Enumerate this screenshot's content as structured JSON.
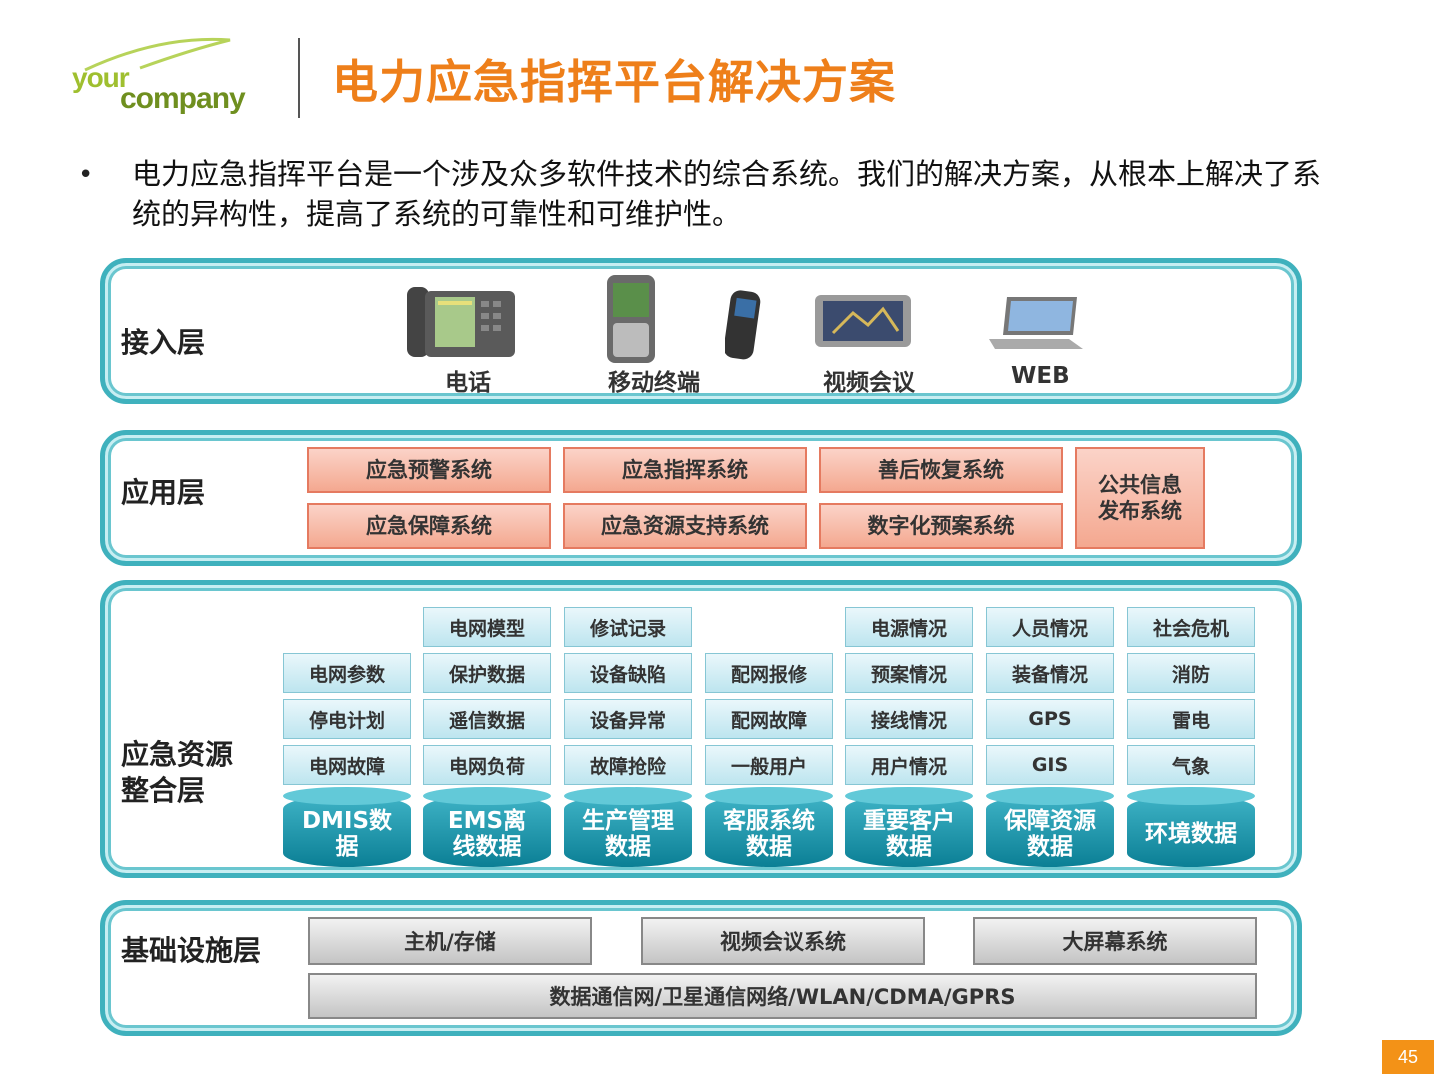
{
  "header": {
    "logo_line1": "your",
    "logo_line2": "company",
    "title": "电力应急指挥平台解决方案"
  },
  "intro": {
    "bullet": "•",
    "text": "电力应急指挥平台是一个涉及众多软件技术的综合系统。我们的解决方案，从根本上解决了系统的异构性，提高了系统的可靠性和可维护性。"
  },
  "access_layer": {
    "label": "接入层",
    "devices": [
      "电话",
      "移动终端",
      "视频会议",
      "WEB"
    ]
  },
  "app_layer": {
    "label": "应用层",
    "row1": [
      "应急预警系统",
      "应急指挥系统",
      "善后恢复系统"
    ],
    "row2": [
      "应急保障系统",
      "应急资源支持系统",
      "数字化预案系统"
    ],
    "side": "公共信息发布系统"
  },
  "resource_layer": {
    "label": "应急资源整合层",
    "columns": [
      {
        "cells": [
          "",
          "电网参数",
          "停电计划",
          "电网故障"
        ],
        "db": "DMIS数据"
      },
      {
        "cells": [
          "电网模型",
          "保护数据",
          "遥信数据",
          "电网负荷"
        ],
        "db": "EMS离线数据"
      },
      {
        "cells": [
          "修试记录",
          "设备缺陷",
          "设备异常",
          "故障抢险"
        ],
        "db": "生产管理数据"
      },
      {
        "cells": [
          "",
          "配网报修",
          "配网故障",
          "一般用户"
        ],
        "db": "客服系统数据"
      },
      {
        "cells": [
          "电源情况",
          "预案情况",
          "接线情况",
          "用户情况"
        ],
        "db": "重要客户数据"
      },
      {
        "cells": [
          "人员情况",
          "装备情况",
          "GPS",
          "GIS"
        ],
        "db": "保障资源数据"
      },
      {
        "cells": [
          "社会危机",
          "消防",
          "雷电",
          "气象"
        ],
        "db": "环境数据"
      }
    ]
  },
  "infra_layer": {
    "label": "基础设施层",
    "boxes": [
      "主机/存储",
      "视频会议系统",
      "大屏幕系统"
    ],
    "network": "数据通信网/卫星通信网络/WLAN/CDMA/GPRS"
  },
  "footer": {
    "page_number": "45"
  },
  "colors": {
    "title": "#ee7f1a",
    "layer_border": "#3fb1bd",
    "app_box": "#f4a890",
    "db": "#0b7f95",
    "page_badge": "#f39217"
  }
}
